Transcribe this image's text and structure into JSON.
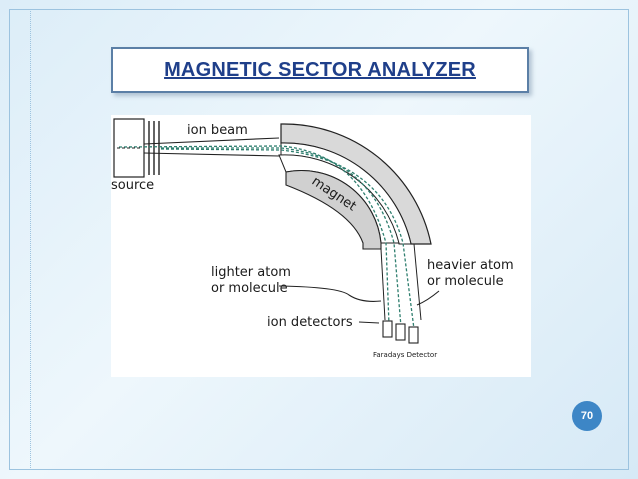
{
  "slide": {
    "title": "MAGNETIC SECTOR ANALYZER",
    "page_number": "70"
  },
  "diagram": {
    "labels": {
      "ion_beam": "ion beam",
      "source": "source",
      "magnet": "magnet",
      "lighter": [
        "lighter atom",
        "or molecule"
      ],
      "heavier": [
        "heavier atom",
        "or molecule"
      ],
      "ion_detectors": "ion detectors",
      "faradays_detector": "Faradays Detector"
    }
  },
  "colors": {
    "title_text": "#1f3f8a",
    "title_border": "#5b7fa6",
    "badge": "#3d86c6",
    "beam": "#2f7f6f"
  }
}
